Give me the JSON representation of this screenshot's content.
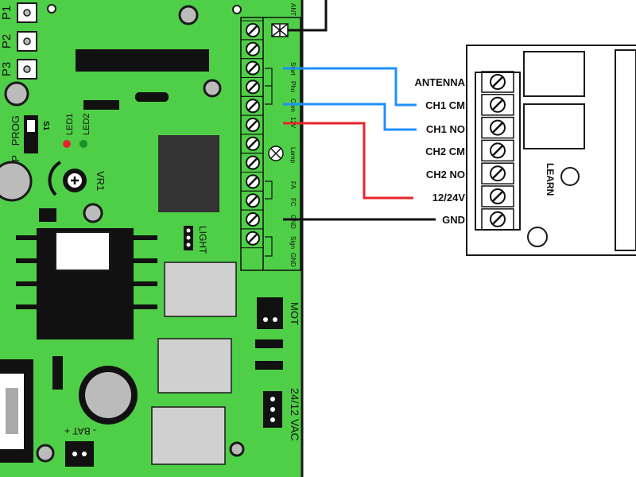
{
  "colors": {
    "board": "#4fcf47",
    "outline": "#1a1a1a",
    "wire_blue": "#1e90ff",
    "wire_red": "#e8242c",
    "wire_black": "#111111",
    "relay_grey": "#d0d0d0",
    "led1": "#e8242c",
    "led2": "#1a8f2a"
  },
  "board": {
    "buttons": [
      "P1",
      "P2",
      "P3"
    ],
    "switch": {
      "name": "S1",
      "up": "UP",
      "prog": "PROG"
    },
    "leds": [
      "LED1",
      "LED2"
    ],
    "trimmer": "VR1",
    "light": "LIGHT",
    "mot": "MOT",
    "power": "24/12 VAC",
    "bat": "- BAT +",
    "terminal_labels": [
      "ANT",
      "Start",
      "Pho",
      "Com",
      "12V",
      "Lamp",
      "FA",
      "FC",
      "GND",
      "Sign",
      "GND"
    ]
  },
  "receiver": {
    "labels": [
      "ANTENNA",
      "CH1 CM",
      "CH1 NO",
      "CH2 CM",
      "CH2 NO",
      "12/24V",
      "GND"
    ],
    "learn": "LEARN"
  },
  "icons": {
    "screw": "screw-terminal-icon",
    "lamp": "lamp-icon",
    "trimmer": "trimmer-potentiometer-icon"
  }
}
